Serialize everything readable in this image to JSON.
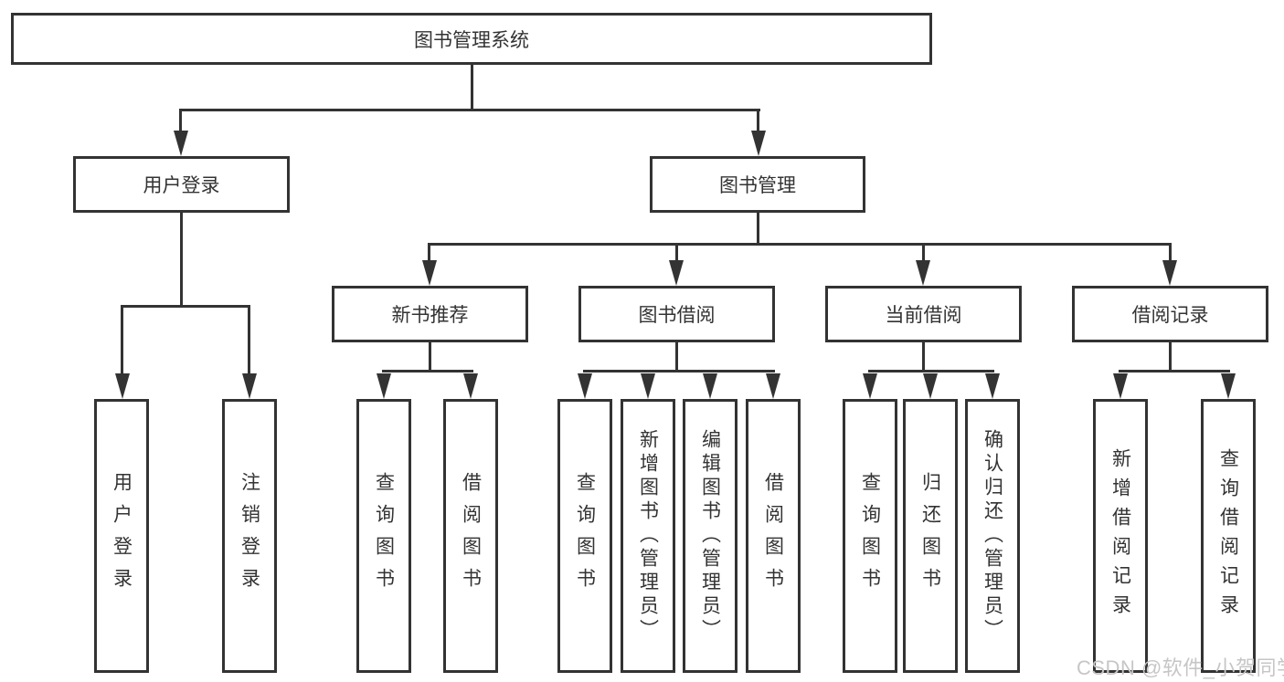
{
  "diagram": {
    "tree": {
      "label": "图书管理系统",
      "children": [
        {
          "label": "用户登录",
          "children": [
            {
              "label": "用户登录"
            },
            {
              "label": "注销登录"
            }
          ]
        },
        {
          "label": "图书管理",
          "children": [
            {
              "label": "新书推荐",
              "children": [
                {
                  "label": "查询图书"
                },
                {
                  "label": "借阅图书"
                }
              ]
            },
            {
              "label": "图书借阅",
              "children": [
                {
                  "label": "查询图书"
                },
                {
                  "label": "新增图书（管理员）"
                },
                {
                  "label": "编辑图书（管理员）"
                },
                {
                  "label": "借阅图书"
                }
              ]
            },
            {
              "label": "当前借阅",
              "children": [
                {
                  "label": "查询图书"
                },
                {
                  "label": "归还图书"
                },
                {
                  "label": "确认归还（管理员）"
                }
              ]
            },
            {
              "label": "借阅记录",
              "children": [
                {
                  "label": "新增借阅记录"
                },
                {
                  "label": "查询借阅记录"
                }
              ]
            }
          ]
        }
      ]
    },
    "colors": {
      "line": "#333333",
      "box_border": "#333333",
      "text": "#333333",
      "watermark": "#c6c6c6"
    }
  },
  "watermark": {
    "text": "CSDN @软件_小贺同学"
  }
}
